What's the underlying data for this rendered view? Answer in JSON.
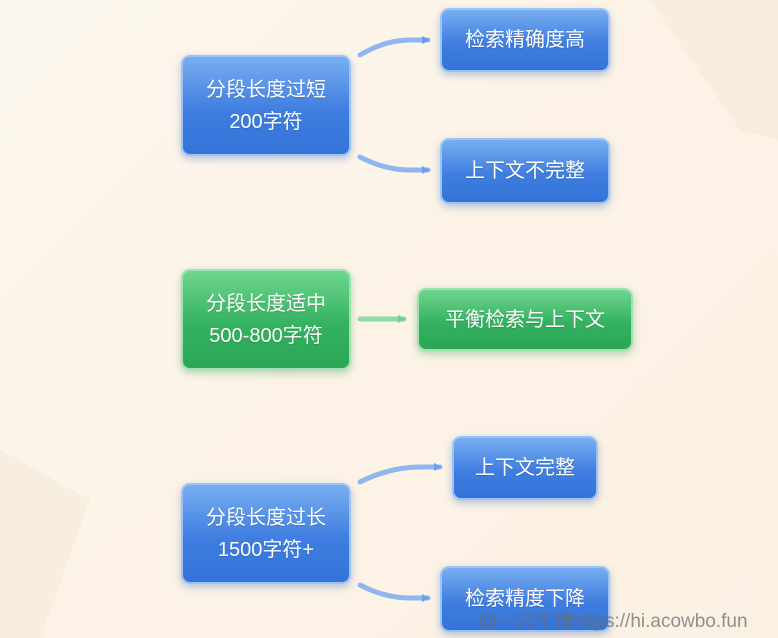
{
  "nodes": {
    "short": {
      "line1": "分段长度过短",
      "line2": "200字符"
    },
    "short_pro": "检索精确度高",
    "short_con": "上下文不完整",
    "medium": {
      "line1": "分段长度适中",
      "line2": "500-800字符"
    },
    "medium_result": "平衡检索与上下文",
    "long": {
      "line1": "分段长度过长",
      "line2": "1500字符+"
    },
    "long_pro": "上下文完整",
    "long_con": "检索精度下降"
  },
  "colors": {
    "blue": "#3f7ee0",
    "green": "#34b261",
    "background": "#fbf4ea"
  },
  "watermark": "@一只牛博https://hi.acowbo.fun"
}
